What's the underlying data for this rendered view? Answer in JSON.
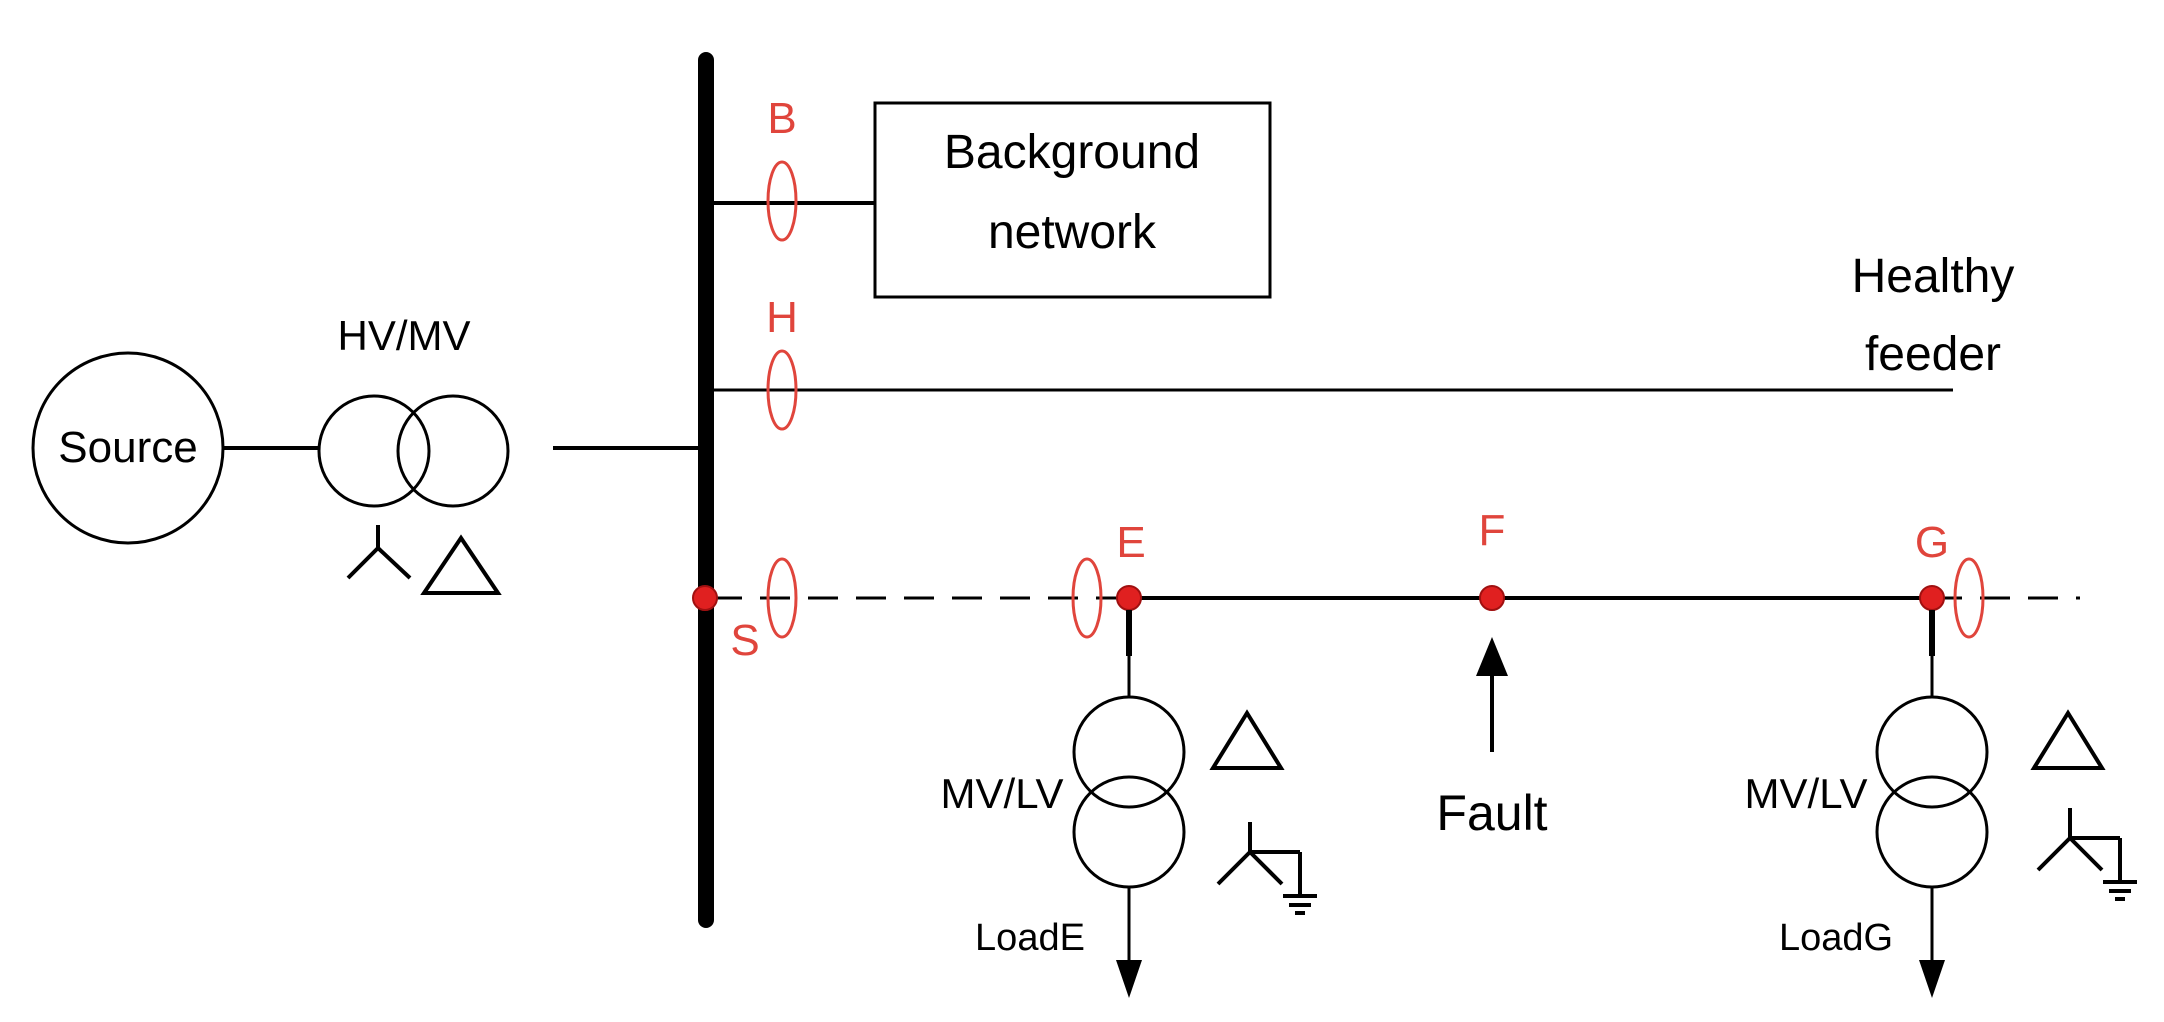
{
  "colors": {
    "line": "#000000",
    "measurement_red": "#e0453c",
    "node_fill": "#e02020",
    "background": "#ffffff"
  },
  "labels": {
    "source": "Source",
    "hv_mv": "HV/MV",
    "background_network_line1": "Background",
    "background_network_line2": "network",
    "healthy_feeder_line1": "Healthy",
    "healthy_feeder_line2": "feeder",
    "fault": "Fault",
    "mv_lv_e": "MV/LV",
    "mv_lv_g": "MV/LV",
    "load_e": "LoadE",
    "load_g": "LoadG"
  },
  "points": {
    "b": "B",
    "h": "H",
    "s": "S",
    "e": "E",
    "f": "F",
    "g": "G"
  },
  "symbols": {
    "wye": "wye-symbol",
    "delta": "delta-symbol",
    "ground": "ground-symbol"
  }
}
